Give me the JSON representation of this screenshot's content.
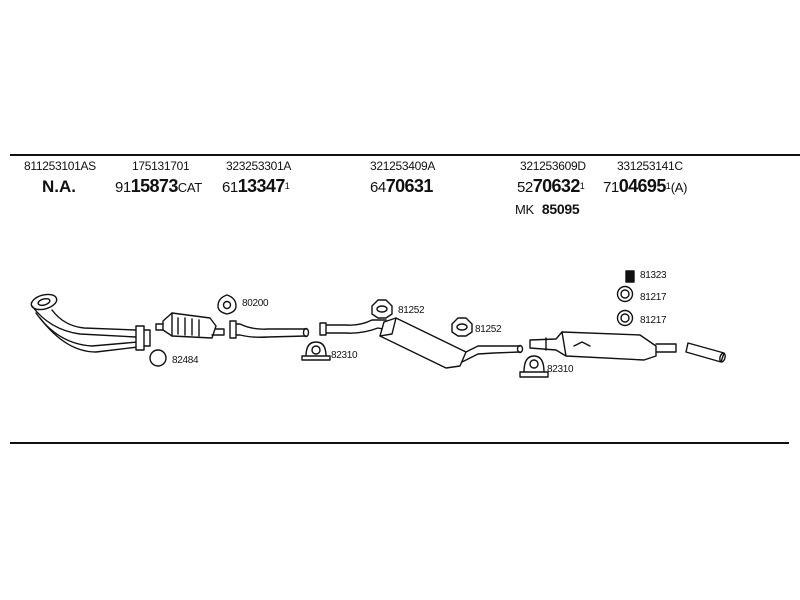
{
  "columns": [
    {
      "oem": "811253101AS",
      "na": "N.A."
    },
    {
      "oem": "175131701",
      "prefix": "91",
      "main": "15873",
      "suffix": "CAT"
    },
    {
      "oem": "323253301A",
      "prefix": "61",
      "main": "13347",
      "sup": "1"
    },
    {
      "oem": "321253409A",
      "prefix": "64",
      "main": "70631"
    },
    {
      "oem": "321253609D",
      "prefix": "52",
      "main": "70632",
      "sup": "1",
      "extra_prefix": "MK",
      "extra_num": "85095"
    },
    {
      "oem": "331253141C",
      "prefix": "71",
      "main": "04695",
      "sup": "1",
      "suffix": "(A)"
    }
  ],
  "callouts": {
    "c82484": "82484",
    "c80200": "80200",
    "c82310a": "82310",
    "c81252a": "81252",
    "c81252b": "81252",
    "c82310b": "82310",
    "c81323": "81323",
    "c81217a": "81217",
    "c81217b": "81217"
  }
}
